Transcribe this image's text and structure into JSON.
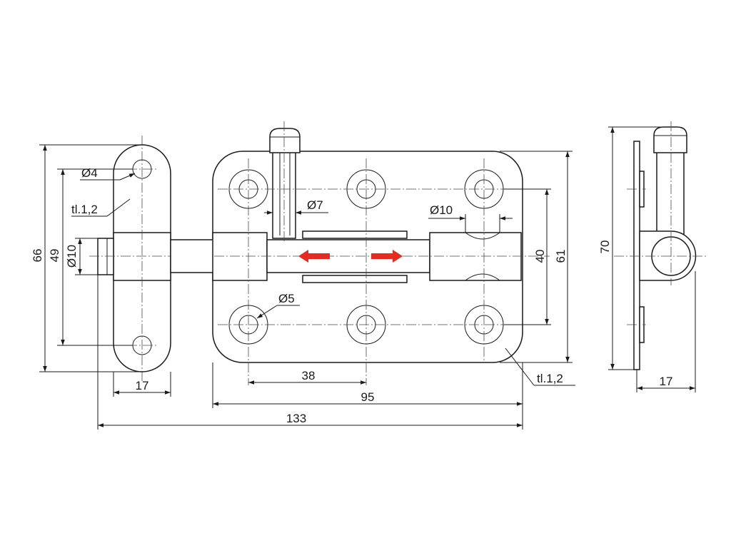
{
  "labels": {
    "hole_diameter_small": "Ø4",
    "thickness_left": "tl.1,2",
    "bolt_diameter_left": "Ø10",
    "height_outer": "66",
    "height_inner": "49",
    "width_strike": "17",
    "pin_diameter": "Ø7",
    "bolt_diameter_right": "Ø10",
    "hole_diameter": "Ø5",
    "hole_spacing": "38",
    "plate_width": "95",
    "overall_length": "133",
    "hole_vertical_spacing": "40",
    "plate_height": "61",
    "thickness_right": "tl.1,2",
    "side_height": "70",
    "side_depth": "17"
  },
  "colors": {
    "line": "#1a1a1a",
    "direction_arrows": "#e8291f"
  }
}
